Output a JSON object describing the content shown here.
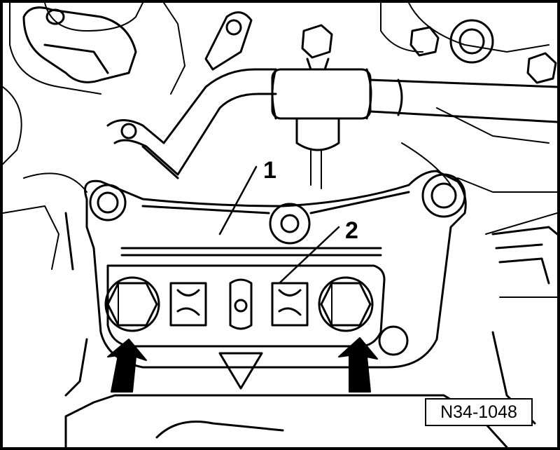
{
  "figure": {
    "reference_number": "N34-1048",
    "callouts": [
      {
        "id": "1",
        "label": "1"
      },
      {
        "id": "2",
        "label": "2"
      }
    ],
    "arrows": [
      {
        "name": "left-bolt-arrow",
        "direction": "up"
      },
      {
        "name": "right-bolt-arrow",
        "direction": "up"
      }
    ]
  },
  "colors": {
    "line": "#000000",
    "background": "#ffffff",
    "light_fill": "#e6e6e6"
  }
}
